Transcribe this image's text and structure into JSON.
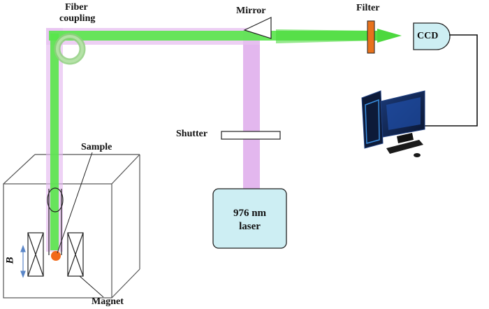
{
  "labels": {
    "fiber_coupling_1": "Fiber",
    "fiber_coupling_2": "coupling",
    "mirror": "Mirror",
    "filter": "Filter",
    "ccd": "CCD",
    "shutter": "Shutter",
    "sample": "Sample",
    "magnet": "Magnet",
    "field": "B",
    "laser_line1": "976 nm",
    "laser_line2": "laser"
  },
  "colors": {
    "green_beam": "#58e64a",
    "violet_beam": "#d79ae8",
    "laser_box_fill": "#cdeef3",
    "ccd_fill": "#cdeef3",
    "filter_fill": "#e8721c",
    "sample_dot": "#f26a1b",
    "arrow_blue": "#5a86c8"
  }
}
